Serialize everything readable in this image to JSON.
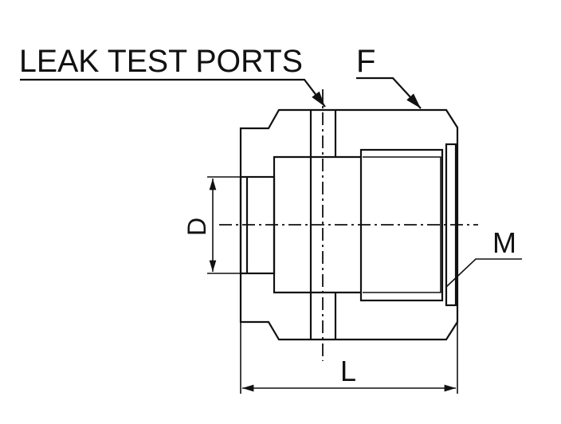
{
  "labels": {
    "leak_test_ports": "LEAK TEST PORTS",
    "f": "F",
    "m": "M",
    "d": "D",
    "l": "L"
  },
  "colors": {
    "line": "#111111",
    "background": "#ffffff"
  }
}
